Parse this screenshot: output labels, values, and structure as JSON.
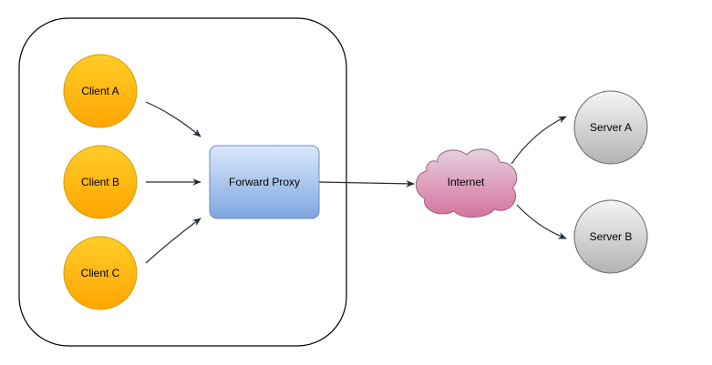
{
  "diagram": {
    "clients": [
      {
        "label": "Client A"
      },
      {
        "label": "Client B"
      },
      {
        "label": "Client C"
      }
    ],
    "proxy": {
      "label": "Forward Proxy"
    },
    "internet": {
      "label": "Internet"
    },
    "servers": [
      {
        "label": "Server A"
      },
      {
        "label": "Server B"
      }
    ]
  },
  "colors": {
    "client_fill_top": "#ffcd28",
    "client_fill_bottom": "#ffa500",
    "client_stroke": "#d79b00",
    "proxy_fill_top": "#dae8fc",
    "proxy_fill_bottom": "#7ea6e0",
    "proxy_stroke": "#6c8ebf",
    "internet_fill_top": "#e6d0de",
    "internet_fill_bottom": "#d5739d",
    "internet_stroke": "#996185",
    "server_fill_top": "#f5f5f5",
    "server_fill_bottom": "#b3b3b3",
    "server_stroke": "#666666",
    "edge": "#1f2d3d",
    "container_stroke": "#000000"
  }
}
